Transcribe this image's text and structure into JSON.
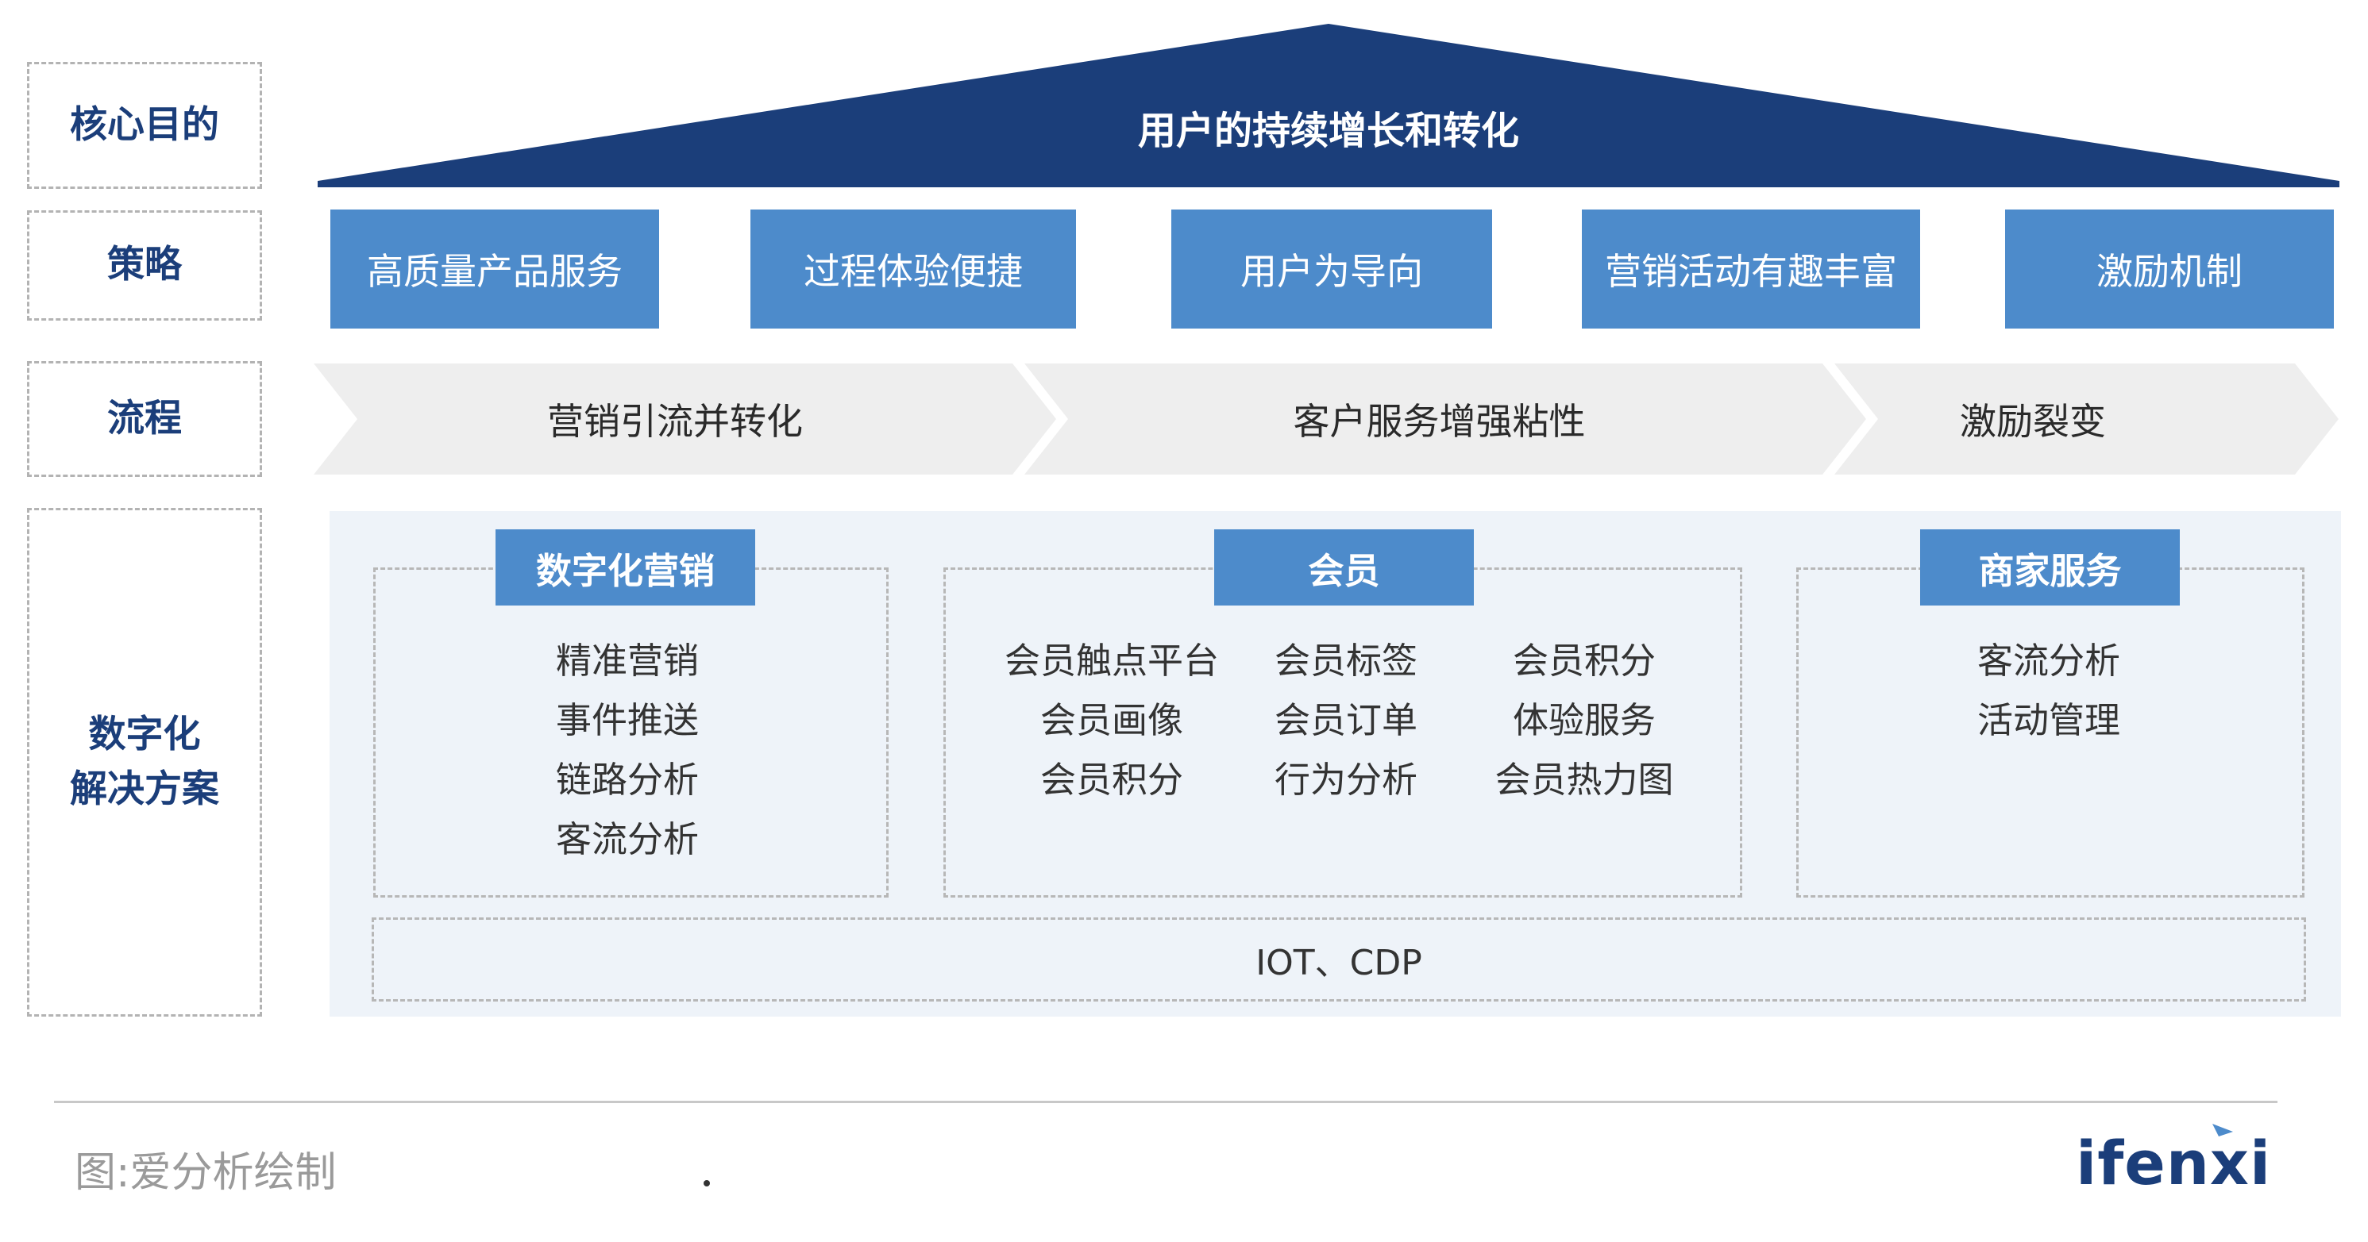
{
  "rows": {
    "goal": "核心目的",
    "strategy": "策略",
    "process": "流程",
    "solutions_line1": "数字化",
    "solutions_line2": "解决方案"
  },
  "roof": {
    "title": "用户的持续增长和转化"
  },
  "strategies": [
    "高质量产品服务",
    "过程体验便捷",
    "用户为导向",
    "营销活动有趣丰富",
    "激励机制"
  ],
  "process": [
    "营销引流并转化",
    "客户服务增强粘性",
    "激励裂变"
  ],
  "solutions": {
    "marketing": {
      "title": "数字化营销",
      "items": [
        "精准营销",
        "事件推送",
        "链路分析",
        "客流分析"
      ]
    },
    "member": {
      "title": "会员",
      "items": [
        "会员触点平台",
        "会员标签",
        "会员积分",
        "会员画像",
        "会员订单",
        "体验服务",
        "会员积分",
        "行为分析",
        "会员热力图"
      ]
    },
    "merchant": {
      "title": "商家服务",
      "items": [
        "客流分析",
        "活动管理"
      ]
    },
    "base": "IOT、CDP"
  },
  "footer": {
    "source": "图:爱分析绘制",
    "logo": "ifenxi"
  },
  "colors": {
    "roof": "#1b3e7a",
    "box": "#4d8bcb",
    "arrow": "#eeeeee",
    "panel": "#eef3f9",
    "label": "#1b3e7a"
  }
}
